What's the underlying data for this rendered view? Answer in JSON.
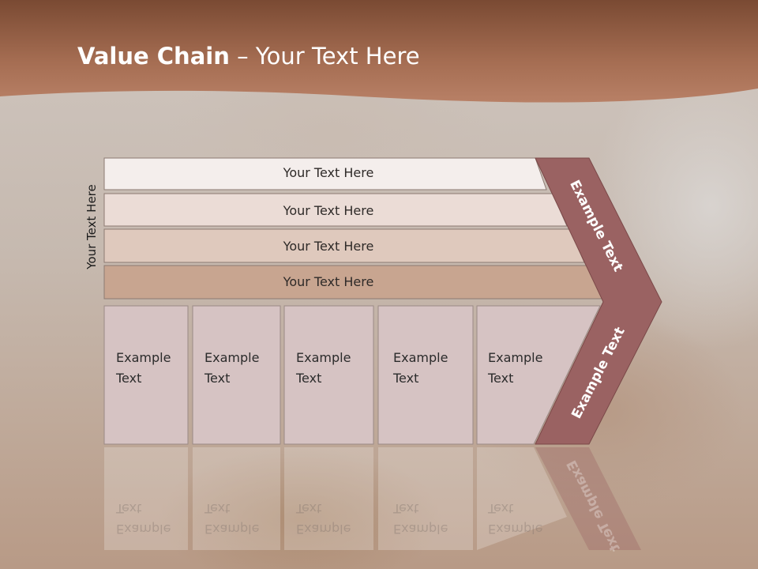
{
  "title": {
    "bold": "Value Chain",
    "rest": " – Your Text Here"
  },
  "side_label": "Your Text Here",
  "rows": [
    {
      "label": "Your Text Here"
    },
    {
      "label": "Your Text Here"
    },
    {
      "label": "Your Text Here"
    },
    {
      "label": "Your Text Here"
    }
  ],
  "cells": [
    {
      "line1": "Example",
      "line2": "Text"
    },
    {
      "line1": "Example",
      "line2": "Text"
    },
    {
      "line1": "Example",
      "line2": "Text"
    },
    {
      "line1": "Example",
      "line2": "Text"
    },
    {
      "line1": "Example",
      "line2": "Text"
    }
  ],
  "chevron": {
    "upper": "Example Text",
    "lower": "Example Text"
  },
  "colors": {
    "header": "#a26a50",
    "row1": "#f4eeec",
    "row2": "#ebdcd6",
    "row3": "#dfc9bd",
    "row4": "#c8a590",
    "cell": "#d6c3c3",
    "chevron": "#9a6262"
  }
}
